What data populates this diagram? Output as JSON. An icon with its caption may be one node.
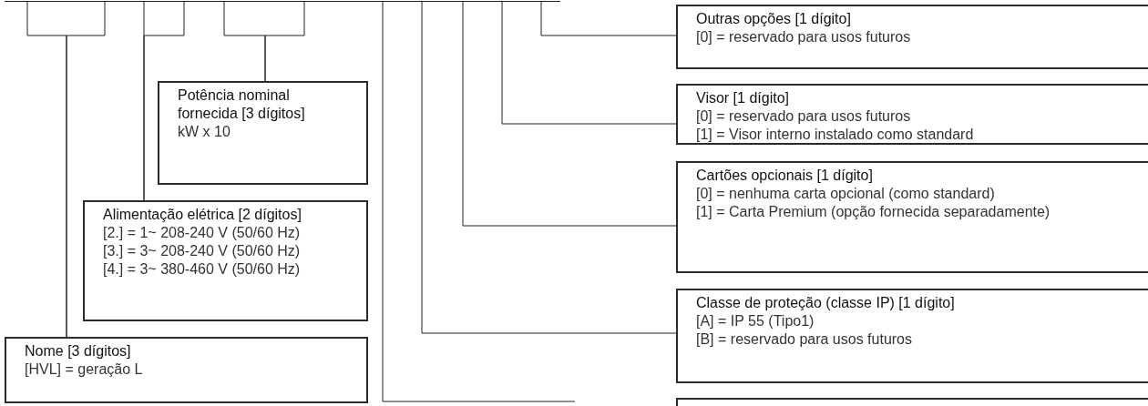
{
  "diagram": {
    "nodes": [
      {
        "text": [],
        "shape": "bar"
      },
      {
        "text": [],
        "shape": "bar"
      },
      {
        "text": [],
        "shape": "bar"
      },
      {
        "text": [],
        "shape": "bar"
      },
      {
        "text": [],
        "shape": "bar"
      },
      {
        "text": [],
        "shape": "bar"
      },
      {
        "text": [],
        "shape": "bar"
      },
      {
        "text": [],
        "shape": "bar"
      },
      {
        "text": [],
        "shape": "bar"
      },
      {
        "text": [],
        "shape": "bar"
      },
      {
        "text": [],
        "shape": "bar"
      },
      {
        "text": [],
        "shape": "bar"
      },
      {
        "text": [],
        "shape": "bar"
      },
      {
        "text": [],
        "shape": "bar"
      },
      {
        "text": [
          "Outras opções [1 dígito]",
          "[0] = reservado para usos futuros"
        ]
      },
      {
        "text": [
          "Potência nominal fornecida [3 dígitos]",
          "kW x 10"
        ]
      },
      {
        "text": [
          "Visor [1 dígito]",
          "[0] = reservado para usos futuros",
          "[1] = Visor interno instalado como standard"
        ]
      },
      {
        "text": [
          "Cartões opcionais [1 dígito]",
          "[0] = nenhuma carta opcional (como standard)",
          "[1] = Carta Premium (opção fornecida separadamente)"
        ]
      },
      {
        "text": [
          "Alimentação elétrica [2 dígitos]",
          "[2.] = 1~ 208-240 V (50/60 Hz)",
          "[3.] = 3~ 208-240 V (50/60 Hz)",
          "[4.] = 3~ 380-460 V (50/60 Hz)"
        ]
      },
      {
        "text": [
          "Classe de proteção (classe IP) [1 dígito]",
          "[A] = IP 55 (Tipo1)",
          "[B] = reservado para usos futuros"
        ]
      },
      {
        "text": [
          "Nome [3 dígitos]",
          "[HVL] = geração L"
        ]
      },
      {
        "text": [],
        "shape": "box"
      }
    ],
    "edges": [
      {
        "from": 0,
        "to": 20,
        "arrow": "none"
      },
      {
        "from": 2,
        "to": 20,
        "arrow": "none"
      },
      {
        "from": 3,
        "to": 18,
        "arrow": "none"
      },
      {
        "from": 4,
        "to": 18,
        "arrow": "none"
      },
      {
        "from": 5,
        "to": 15,
        "arrow": "none"
      },
      {
        "from": 7,
        "to": 15,
        "arrow": "none"
      },
      {
        "from": 9,
        "to": null,
        "arrow": "none"
      },
      {
        "from": 10,
        "to": 19,
        "arrow": "none"
      },
      {
        "from": 11,
        "to": 17,
        "arrow": "none"
      },
      {
        "from": 12,
        "to": 16,
        "arrow": "none"
      },
      {
        "from": 13,
        "to": 14,
        "arrow": "none"
      }
    ]
  }
}
